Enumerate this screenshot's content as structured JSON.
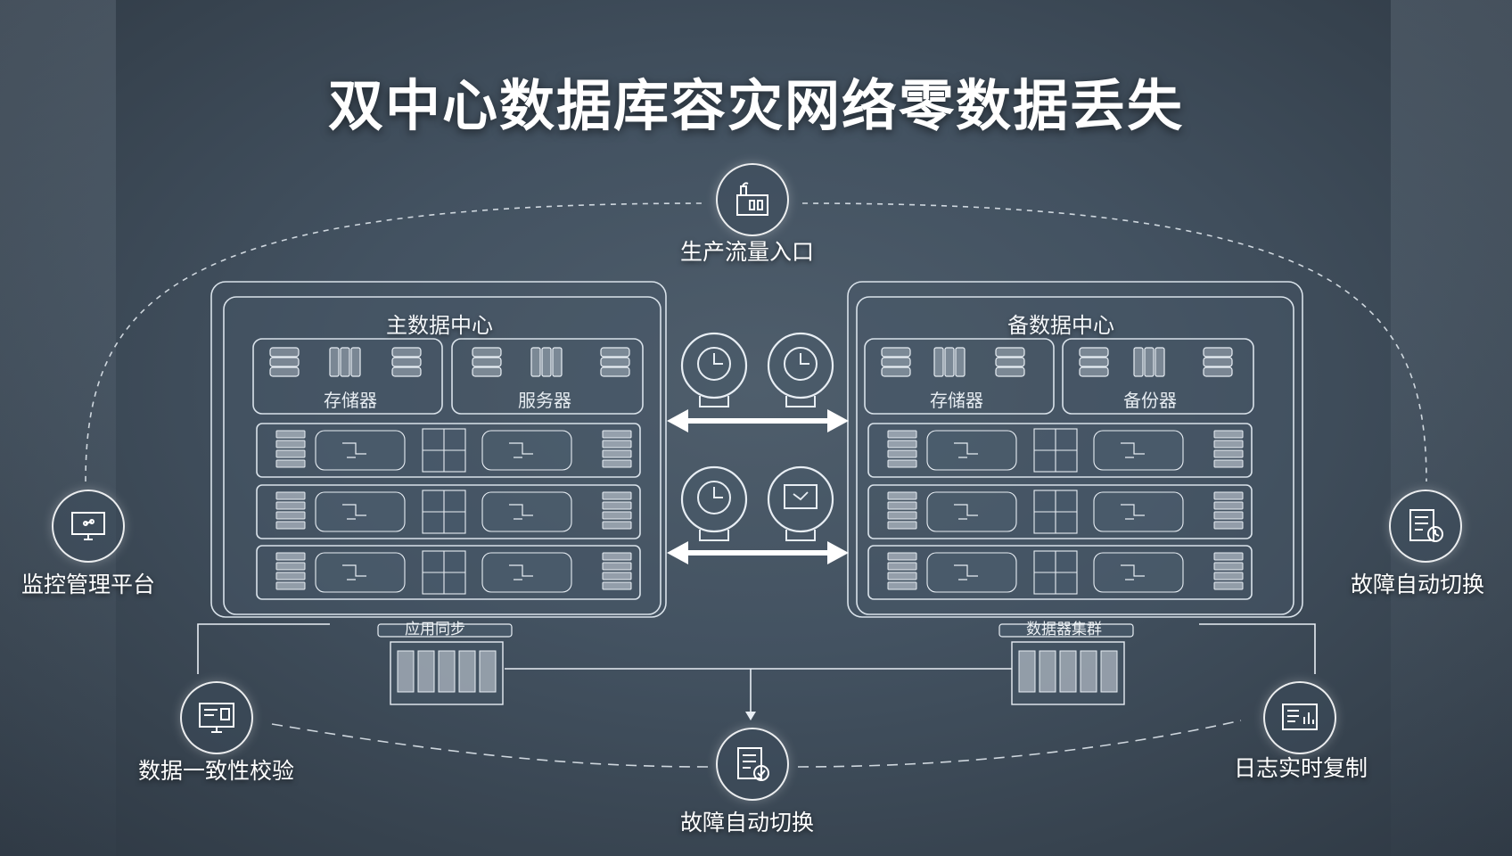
{
  "title": "双中心数据库容灾网络零数据丢失",
  "nodes": {
    "traffic_entry": "生产流量入口",
    "monitoring": "监控管理平台",
    "failover_right": "故障自动切换",
    "consistency_check": "数据一致性校验",
    "log_replication": "日志实时复制",
    "failover_bottom": "故障自动切换"
  },
  "primary_center": {
    "title": "主数据中心",
    "storage_label": "存储器",
    "server_label": "服务器",
    "sync_label": "应用同步"
  },
  "backup_center": {
    "title": "备数据中心",
    "storage_label": "存储器",
    "server_label": "备份器",
    "cluster_label": "数据器集群"
  },
  "colors": {
    "line": "#e8eef4",
    "panel_border": "#d9e2ea"
  }
}
